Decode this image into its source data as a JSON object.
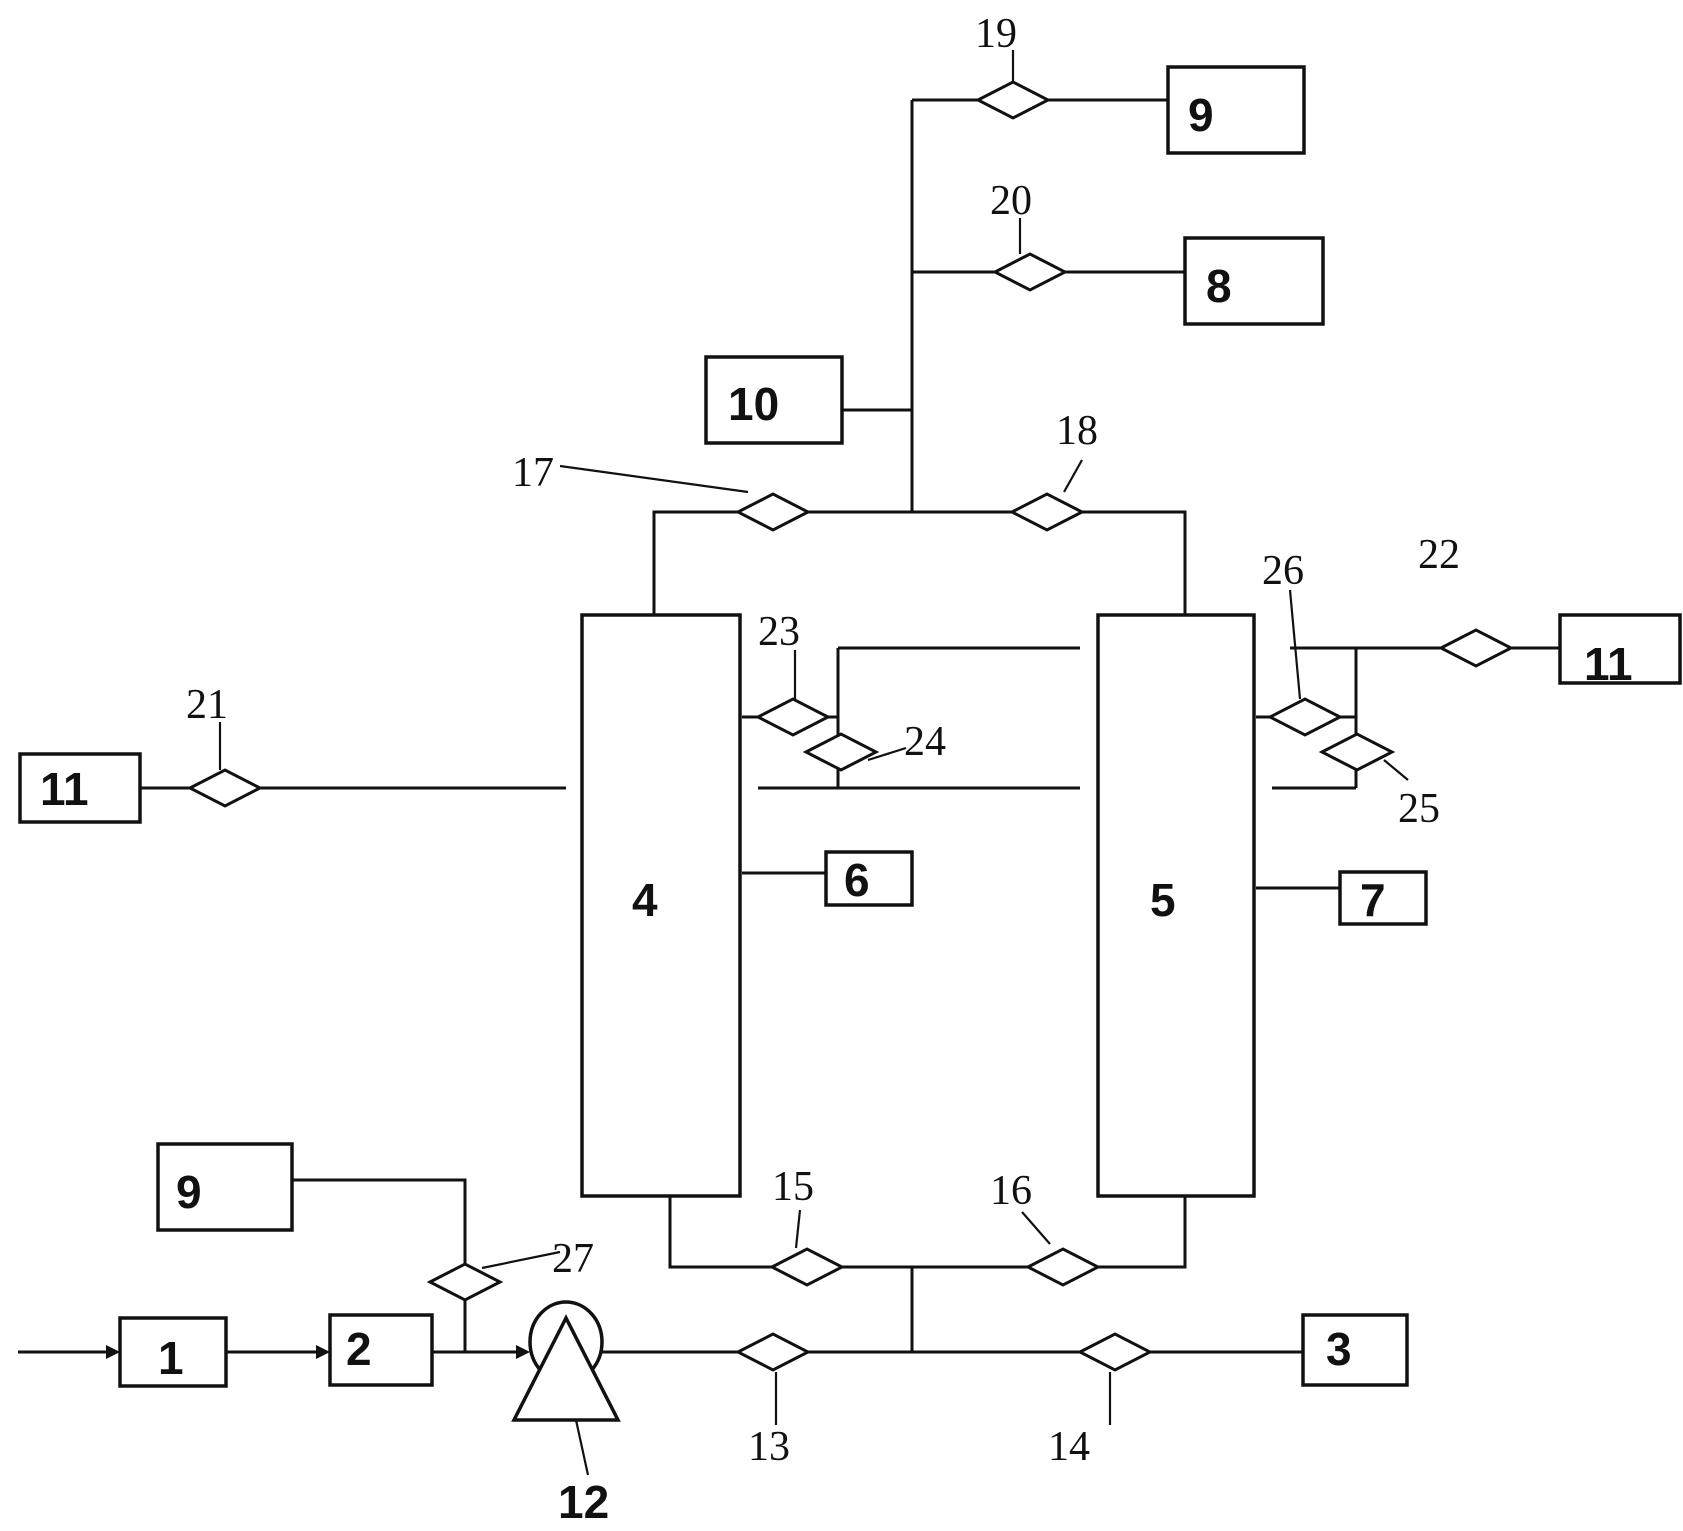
{
  "components": [
    {
      "id": "1",
      "label": "1"
    },
    {
      "id": "2",
      "label": "2"
    },
    {
      "id": "3",
      "label": "3"
    },
    {
      "id": "4",
      "label": "4"
    },
    {
      "id": "5",
      "label": "5"
    },
    {
      "id": "6",
      "label": "6"
    },
    {
      "id": "7",
      "label": "7"
    },
    {
      "id": "8",
      "label": "8"
    },
    {
      "id": "9-top",
      "label": "9"
    },
    {
      "id": "9-bottom",
      "label": "9"
    },
    {
      "id": "10",
      "label": "10"
    },
    {
      "id": "11-left",
      "label": "11"
    },
    {
      "id": "11-right",
      "label": "11"
    }
  ],
  "pump": {
    "label": "12"
  },
  "valves": [
    {
      "id": "13",
      "label": "13"
    },
    {
      "id": "14",
      "label": "14"
    },
    {
      "id": "15",
      "label": "15"
    },
    {
      "id": "16",
      "label": "16"
    },
    {
      "id": "17",
      "label": "17"
    },
    {
      "id": "18",
      "label": "18"
    },
    {
      "id": "19",
      "label": "19"
    },
    {
      "id": "20",
      "label": "20"
    },
    {
      "id": "21",
      "label": "21"
    },
    {
      "id": "22",
      "label": "22"
    },
    {
      "id": "23",
      "label": "23"
    },
    {
      "id": "24",
      "label": "24"
    },
    {
      "id": "25",
      "label": "25"
    },
    {
      "id": "26",
      "label": "26"
    },
    {
      "id": "27",
      "label": "27"
    }
  ]
}
